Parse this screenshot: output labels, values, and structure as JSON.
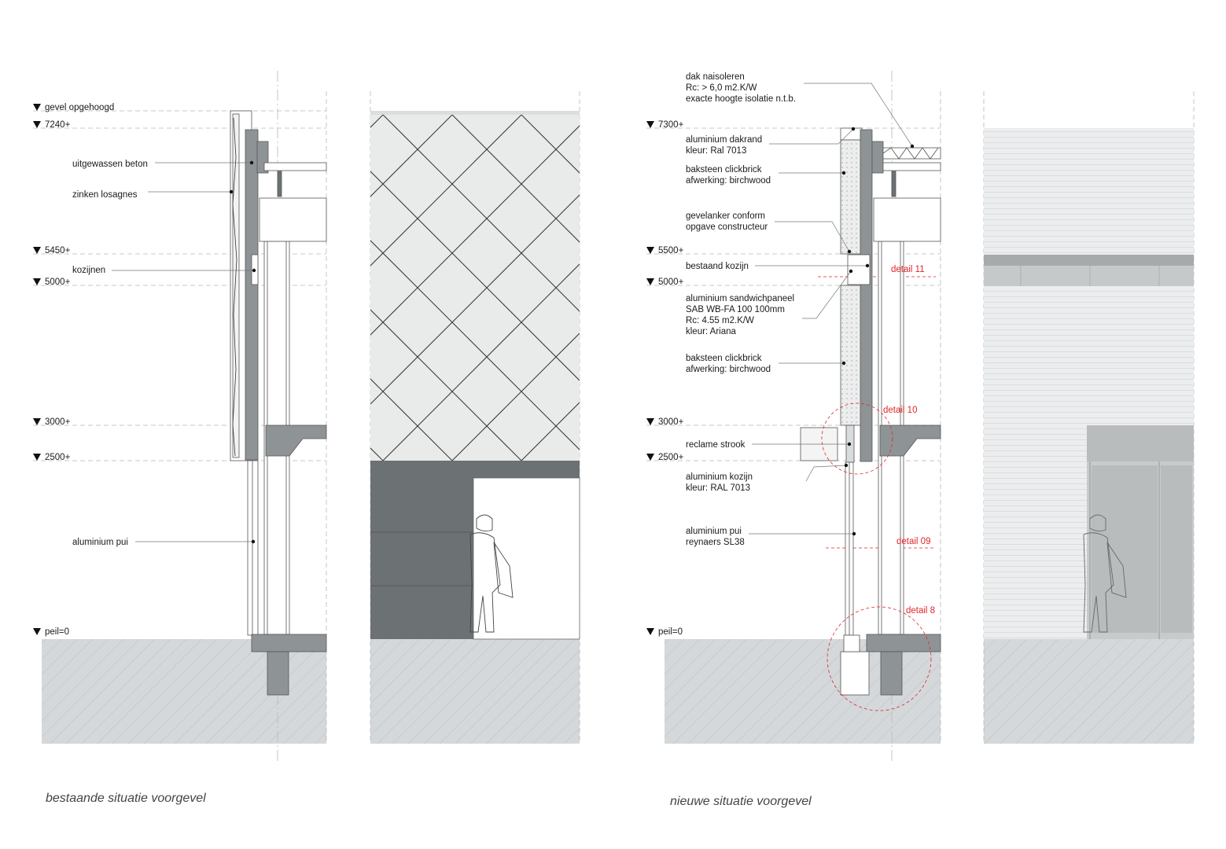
{
  "colors": {
    "ground_fill": "#d4d8da",
    "hatch": "#b4b9bc",
    "concrete": "#8e9496",
    "dark_panel": "#6c7173",
    "tile_fill": "#e9ebeb",
    "brick_fill": "#eceeee",
    "glass": "#b9bcbd",
    "detail_red": "#e0262b"
  },
  "existing": {
    "levels": [
      "gevel opgehoogd",
      "7240+",
      "5450+",
      "5000+",
      "3000+",
      "2500+",
      "peil=0"
    ],
    "labels": [
      "uitgewassen beton",
      "zinken losagnes",
      "kozijnen",
      "aluminium pui"
    ],
    "caption": "bestaande situatie voorgevel"
  },
  "new": {
    "levels": [
      "7300+",
      "5500+",
      "5000+",
      "3000+",
      "2500+",
      "peil=0"
    ],
    "labels": [
      {
        "lines": [
          "dak naisoleren",
          "Rc: > 6,0 m2.K/W",
          "exacte hoogte isolatie n.t.b."
        ]
      },
      {
        "lines": [
          "aluminium dakrand",
          "kleur: Ral 7013"
        ]
      },
      {
        "lines": [
          "baksteen clickbrick",
          "afwerking: birchwood"
        ]
      },
      {
        "lines": [
          "gevelanker conform",
          "opgave constructeur"
        ]
      },
      {
        "lines": [
          "bestaand kozijn"
        ]
      },
      {
        "lines": [
          "aluminium sandwichpaneel",
          "SAB WB-FA 100 100mm",
          "Rc: 4.55 m2.K/W",
          "kleur: Ariana"
        ]
      },
      {
        "lines": [
          "baksteen clickbrick",
          "afwerking: birchwood"
        ]
      },
      {
        "lines": [
          "reclame strook"
        ]
      },
      {
        "lines": [
          "aluminium kozijn",
          "kleur: RAL 7013"
        ]
      },
      {
        "lines": [
          "aluminium pui",
          "reynaers SL38"
        ]
      }
    ],
    "details": [
      "detail 11",
      "detail 10",
      "detail 09",
      "detail 8"
    ],
    "caption": "nieuwe situatie voorgevel"
  }
}
